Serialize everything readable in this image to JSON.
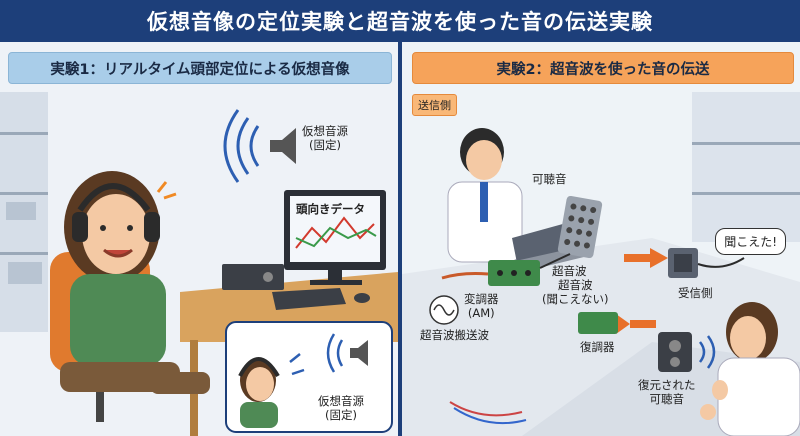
{
  "title": "仮想音像の定位実験と超音波を使った音の伝送実験",
  "left_panel": {
    "header": "実験1：リアルタイム頭部定位による仮想音像",
    "virtual_source_top": "仮想音源\n(固定)",
    "monitor_label": "頭向きデータ",
    "virtual_source_inset": "仮想音源\n(固定)"
  },
  "right_panel": {
    "header": "実験2：超音波を使った音の伝送",
    "sender_tag": "送信側",
    "audible_sound": "可聴音",
    "modulator": "変調器\n(AM)",
    "ultrasound": "超音波",
    "ultrasound_inaudible": "超音波\n(聞こえない)",
    "carrier": "超音波搬送波",
    "receiver": "受信側",
    "demodulator": "復調器",
    "restored": "復元された\n可聴音",
    "speech_bubble": "聞こえた!"
  },
  "colors": {
    "title_bg": "#1d3f7a",
    "left_header": "#a9cde9",
    "right_header": "#f6a35a"
  }
}
